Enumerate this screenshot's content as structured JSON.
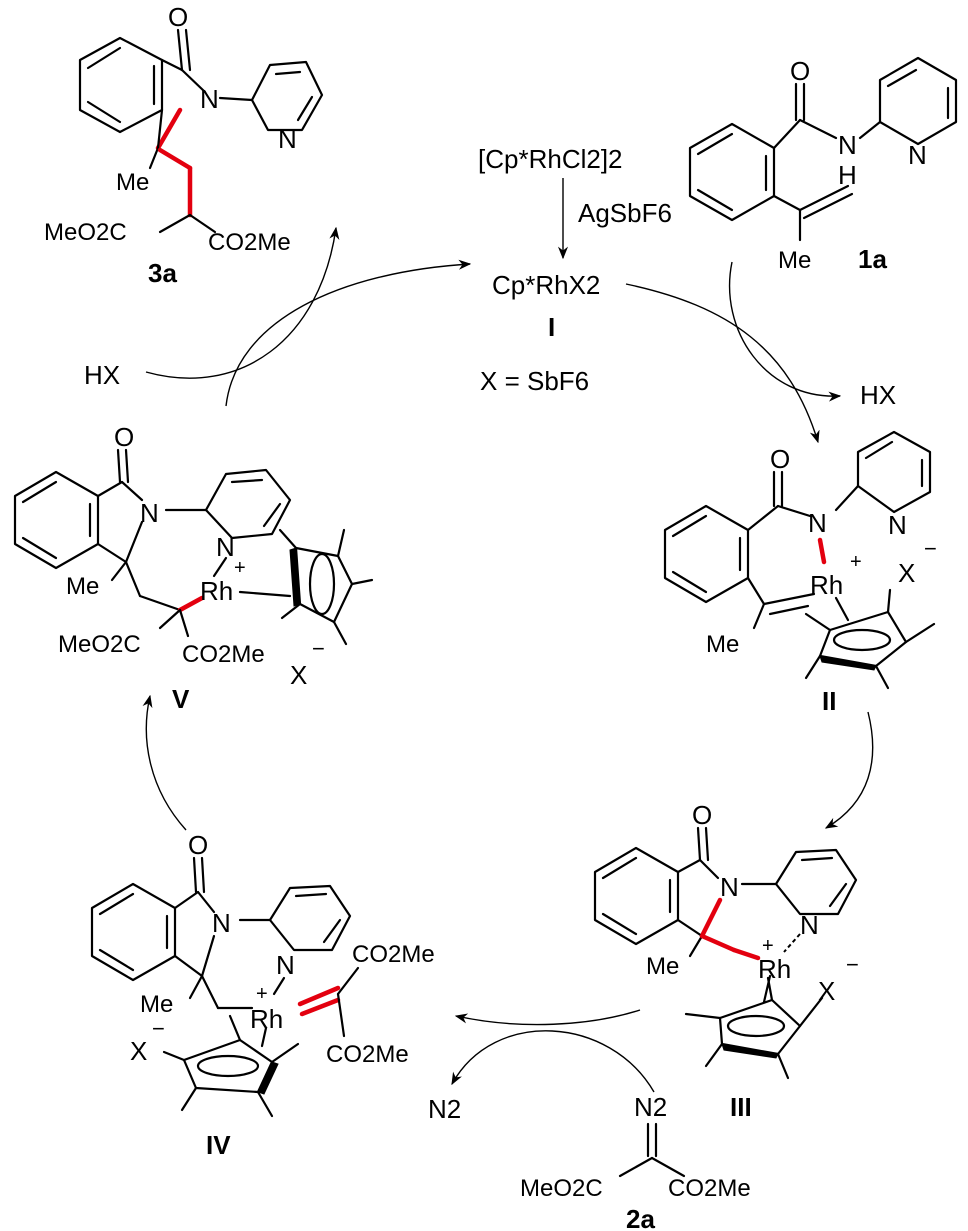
{
  "labels": {
    "compound_3a": "3a",
    "compound_1a": "1a",
    "compound_2a": "2a",
    "intermediate_I": "I",
    "intermediate_II": "II",
    "intermediate_III": "III",
    "intermediate_IV": "IV",
    "intermediate_V": "V"
  },
  "reagents": {
    "precatalyst": "[Cp*RhCl2]2",
    "additive": "AgSbF6",
    "catalyst": "Cp*RhX2",
    "counterion_def": "X = SbF6",
    "byproduct_hx_top": "HX",
    "byproduct_hx_left": "HX",
    "nitrogen": "N2"
  },
  "atoms": {
    "O": "O",
    "N": "N",
    "H": "H",
    "Me": "Me",
    "Rh": "Rh",
    "X": "X",
    "plus": "+",
    "minus": "−",
    "MeO2C": "MeO2C",
    "CO2Me": "CO2Me"
  }
}
